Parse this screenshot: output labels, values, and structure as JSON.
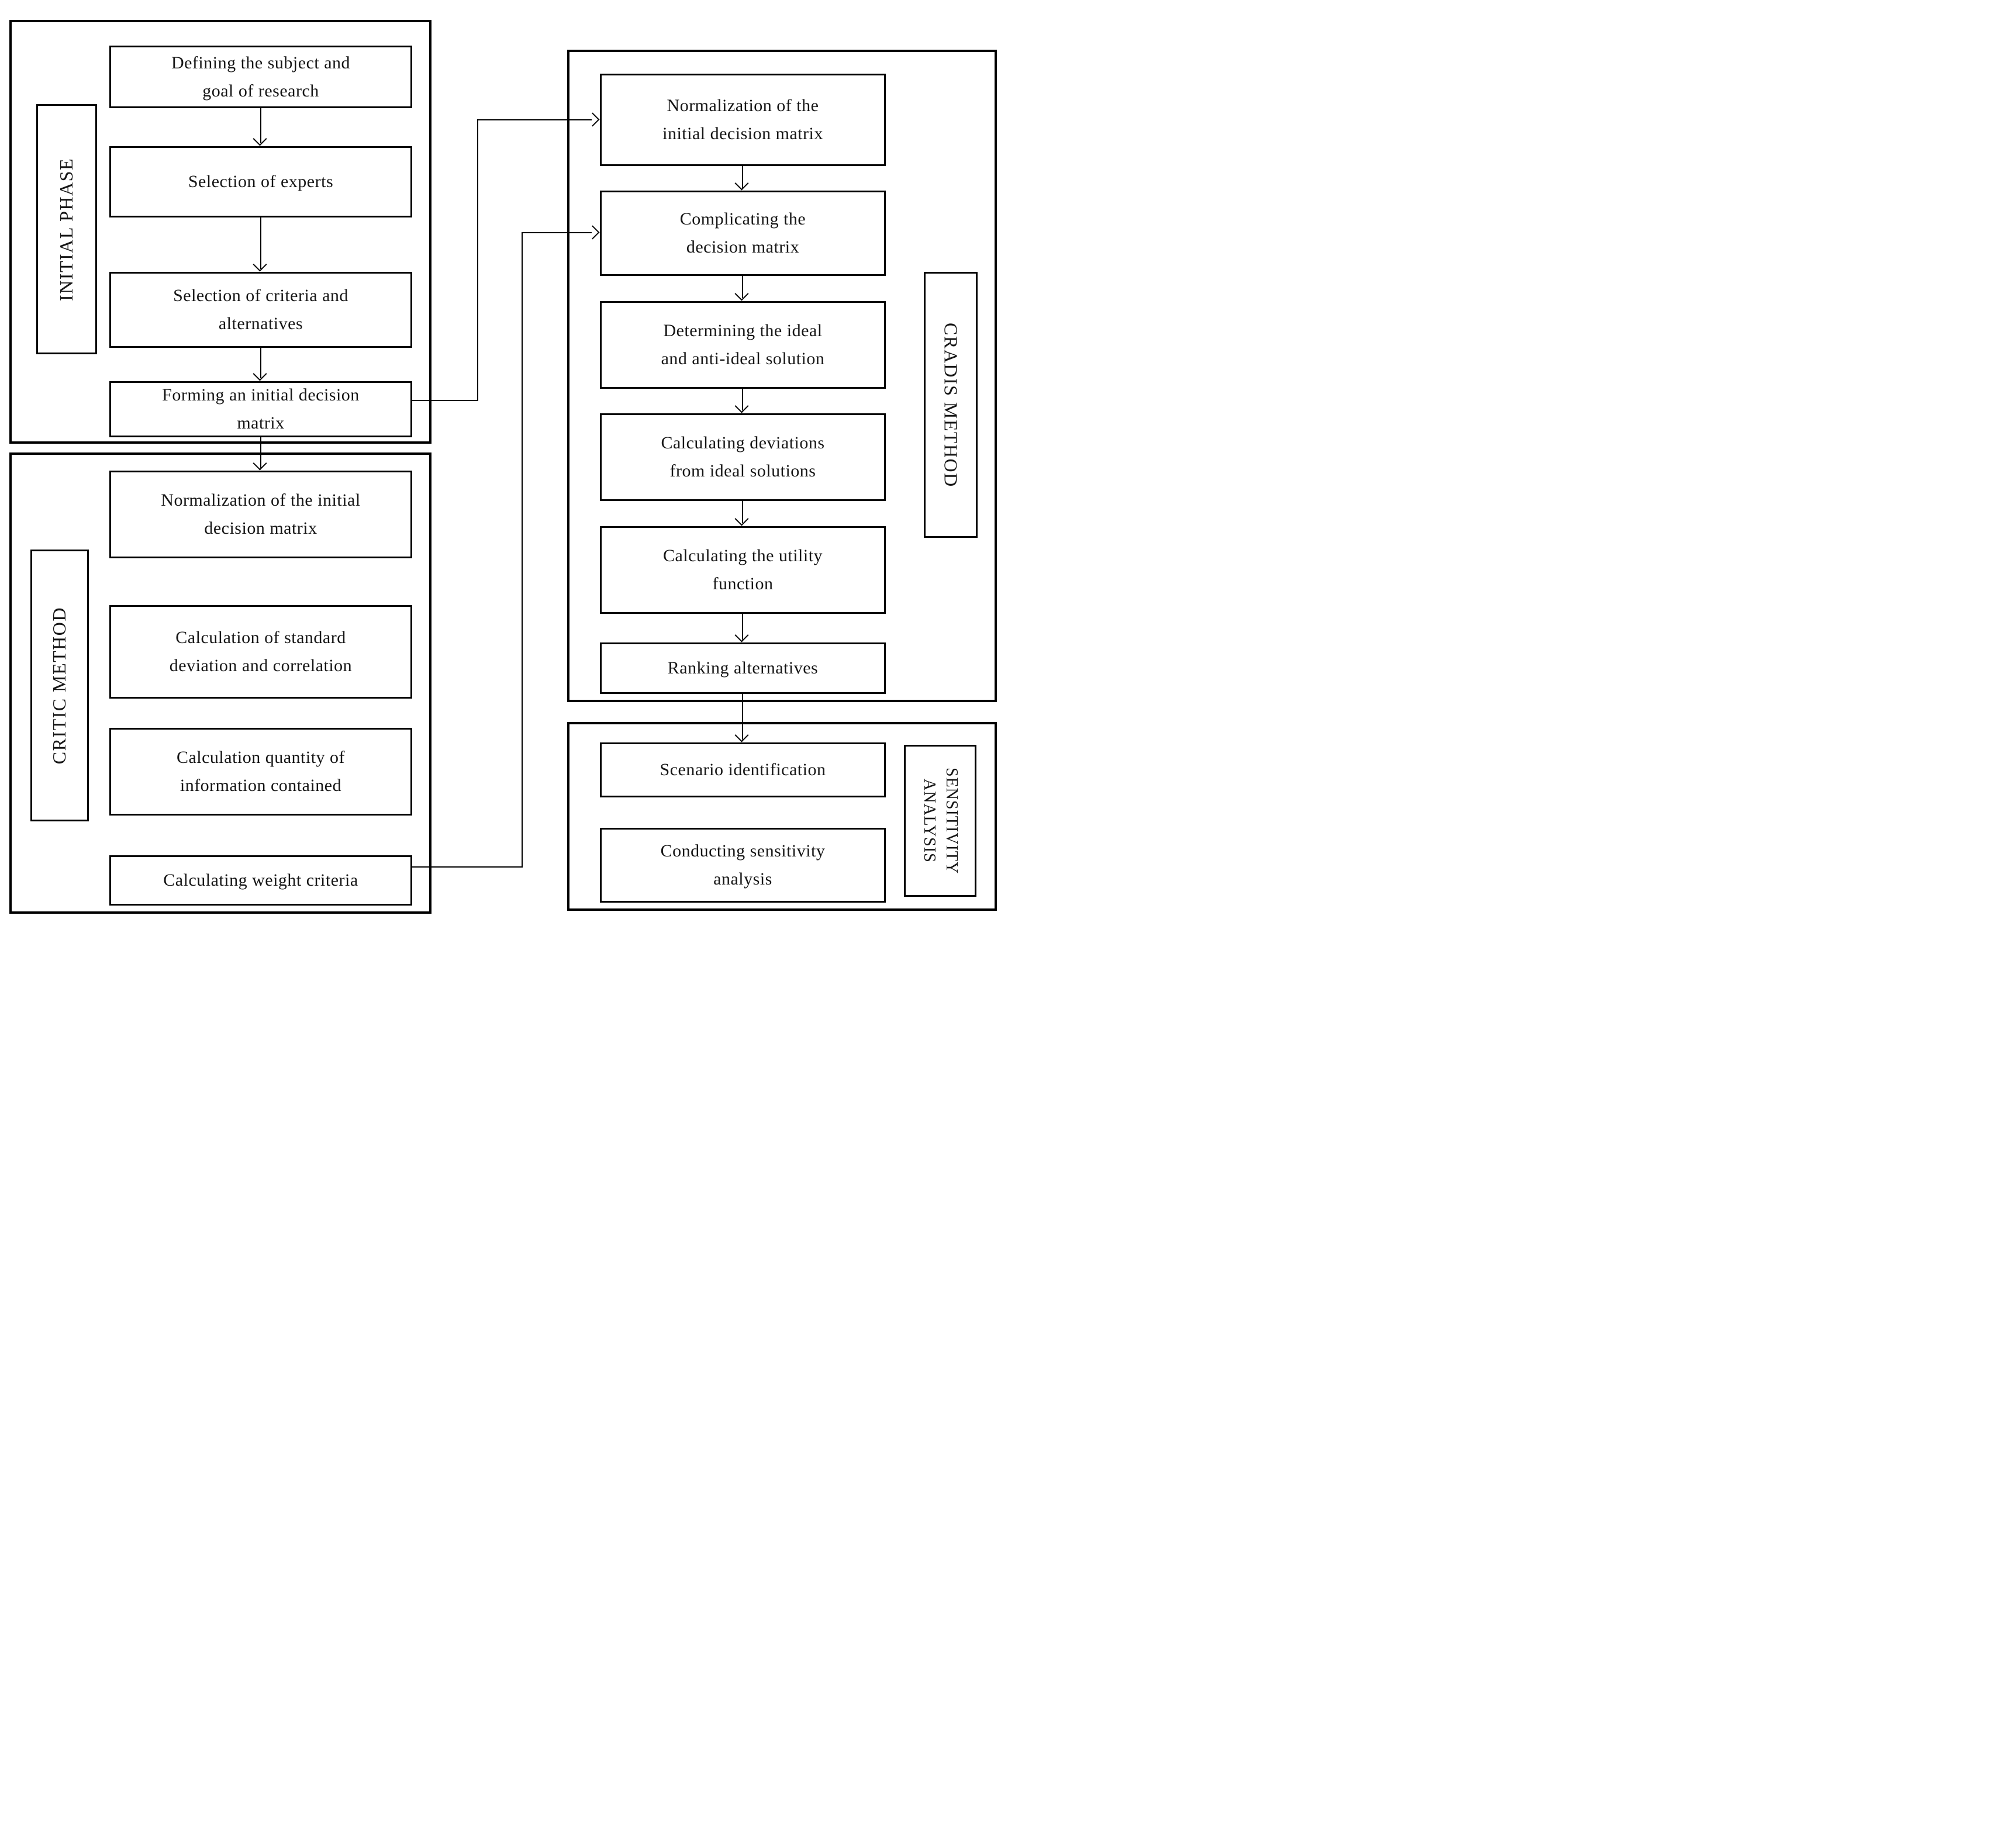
{
  "colors": {
    "line": "#000000",
    "background": "#ffffff",
    "text": "#161616"
  },
  "sections": [
    {
      "id": "initial-phase",
      "label": "INITIAL PHASE",
      "boxes": [
        "Defining the subject and\ngoal of research",
        "Selection of experts",
        "Selection of criteria and\nalternatives",
        "Forming an initial decision\nmatrix"
      ]
    },
    {
      "id": "critic-method",
      "label": "CRITIC METHOD",
      "boxes": [
        "Normalization of the initial\ndecision matrix",
        "Calculation of standard\ndeviation and correlation",
        "Calculation quantity of\ninformation contained",
        "Calculating weight criteria"
      ]
    },
    {
      "id": "cradis-method",
      "label": "CRADIS METHOD",
      "boxes": [
        "Normalization of the\ninitial decision matrix",
        "Complicating the\ndecision matrix",
        "Determining the ideal\nand anti-ideal solution",
        "Calculating deviations\nfrom ideal solutions",
        "Calculating the utility\nfunction",
        "Ranking alternatives"
      ]
    },
    {
      "id": "sensitivity-analysis",
      "label": "SENSITIVITY\nANALYSIS",
      "boxes": [
        "Scenario identification",
        "Conducting sensitivity\nanalysis"
      ]
    }
  ]
}
